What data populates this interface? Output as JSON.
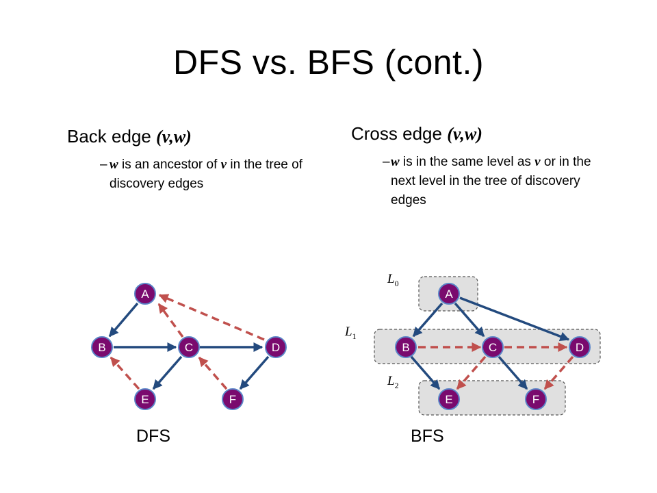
{
  "slide": {
    "title": "DFS vs. BFS (cont.)"
  },
  "left": {
    "heading_text": "Back edge ",
    "heading_math": "(v,w)",
    "bullet_dash": "–",
    "bullet_w": "w",
    "bullet_mid": " is an ancestor of ",
    "bullet_v": "v",
    "bullet_tail": " in the tree of discovery edges"
  },
  "right": {
    "heading_text": "Cross edge ",
    "heading_math": "(v,w)",
    "bullet_dash": "–",
    "bullet_w": "w",
    "bullet_mid": " is in the same level as ",
    "bullet_v": "v",
    "bullet_tail": " or in the next level in the tree of discovery edges"
  },
  "dfs": {
    "caption": "DFS",
    "nodes": [
      "A",
      "B",
      "C",
      "D",
      "E",
      "F"
    ]
  },
  "bfs": {
    "caption": "BFS",
    "nodes": [
      "A",
      "B",
      "C",
      "D",
      "E",
      "F"
    ],
    "levels": [
      {
        "base": "L",
        "sub": "0"
      },
      {
        "base": "L",
        "sub": "1"
      },
      {
        "base": "L",
        "sub": "2"
      }
    ]
  },
  "colors": {
    "node_fill": "#7a0a6e",
    "node_stroke": "#5b86c8",
    "edge_solid": "#234a7e",
    "edge_dashed": "#c0504d",
    "level_fill": "#e0e0e0",
    "level_stroke": "#555555"
  }
}
